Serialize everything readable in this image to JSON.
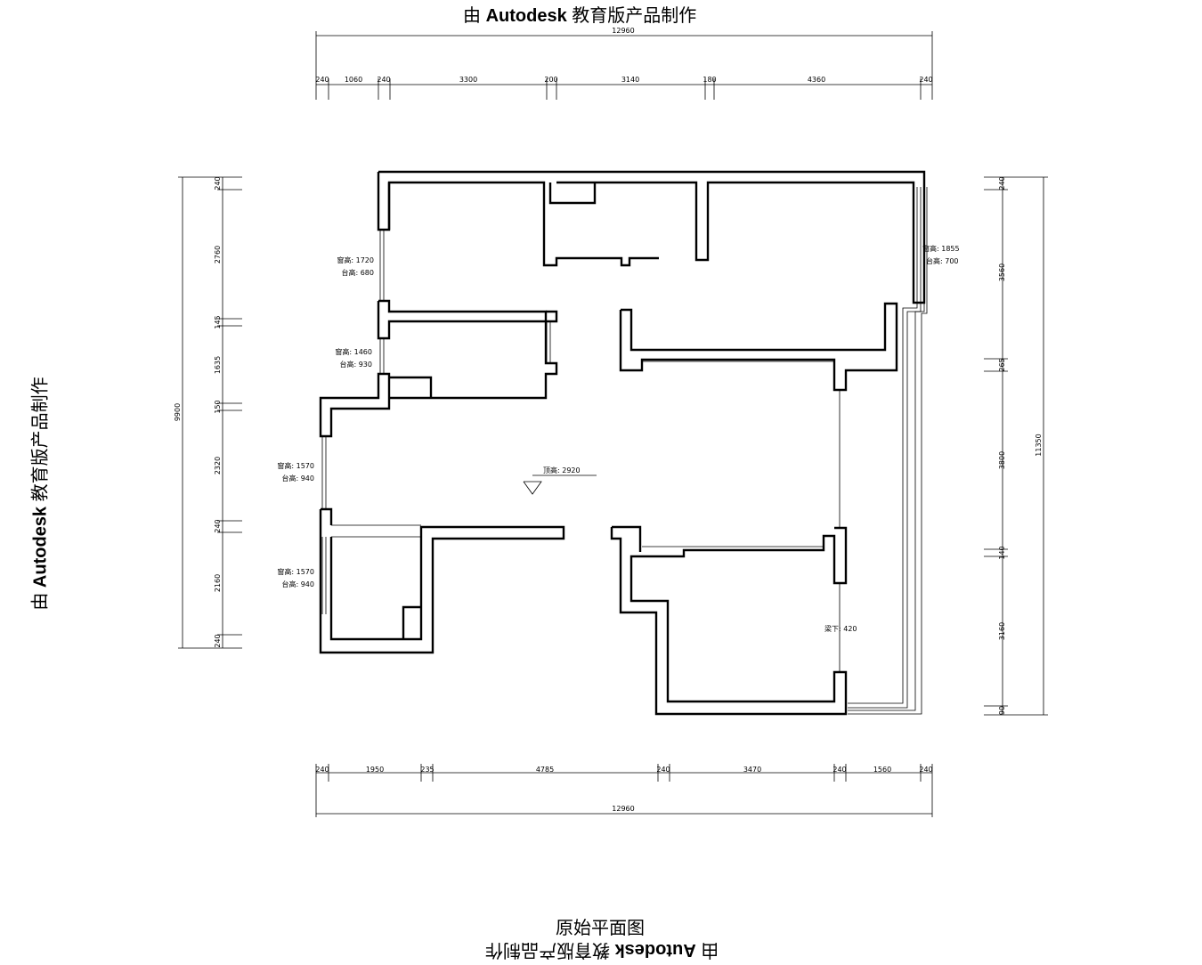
{
  "watermark": {
    "prefix": "由 ",
    "brand": "Autodesk",
    "suffix": " 教育版产品制作"
  },
  "title": "原始平面图",
  "dimensions": {
    "top_total": "12960",
    "top_segments": [
      "240",
      "1060",
      "240",
      "3300",
      "200",
      "3140",
      "180",
      "4360",
      "240"
    ],
    "bottom_total": "12960",
    "bottom_segments": [
      "240",
      "1950",
      "235",
      "4785",
      "240",
      "3470",
      "240",
      "1560",
      "240"
    ],
    "left_total": "9900",
    "left_segments": [
      "240",
      "2760",
      "145",
      "1635",
      "150",
      "2320",
      "240",
      "2160",
      "240"
    ],
    "right_total": "11350",
    "right_segments": [
      "240",
      "3560",
      "265",
      "3800",
      "140",
      "3160",
      "90"
    ]
  },
  "annotations": {
    "w1_head": "窗高: 1720",
    "w1_sill": "台高: 680",
    "w2_head": "窗高: 1460",
    "w2_sill": "台高: 930",
    "w3_head": "窗高: 1570",
    "w3_sill": "台高: 940",
    "w4_head": "窗高: 1570",
    "w4_sill": "台高: 940",
    "w5_head": "窗高: 1855",
    "w5_sill": "台高: 700",
    "ceiling": "顶高: 2920",
    "beam": "梁下: 420"
  }
}
